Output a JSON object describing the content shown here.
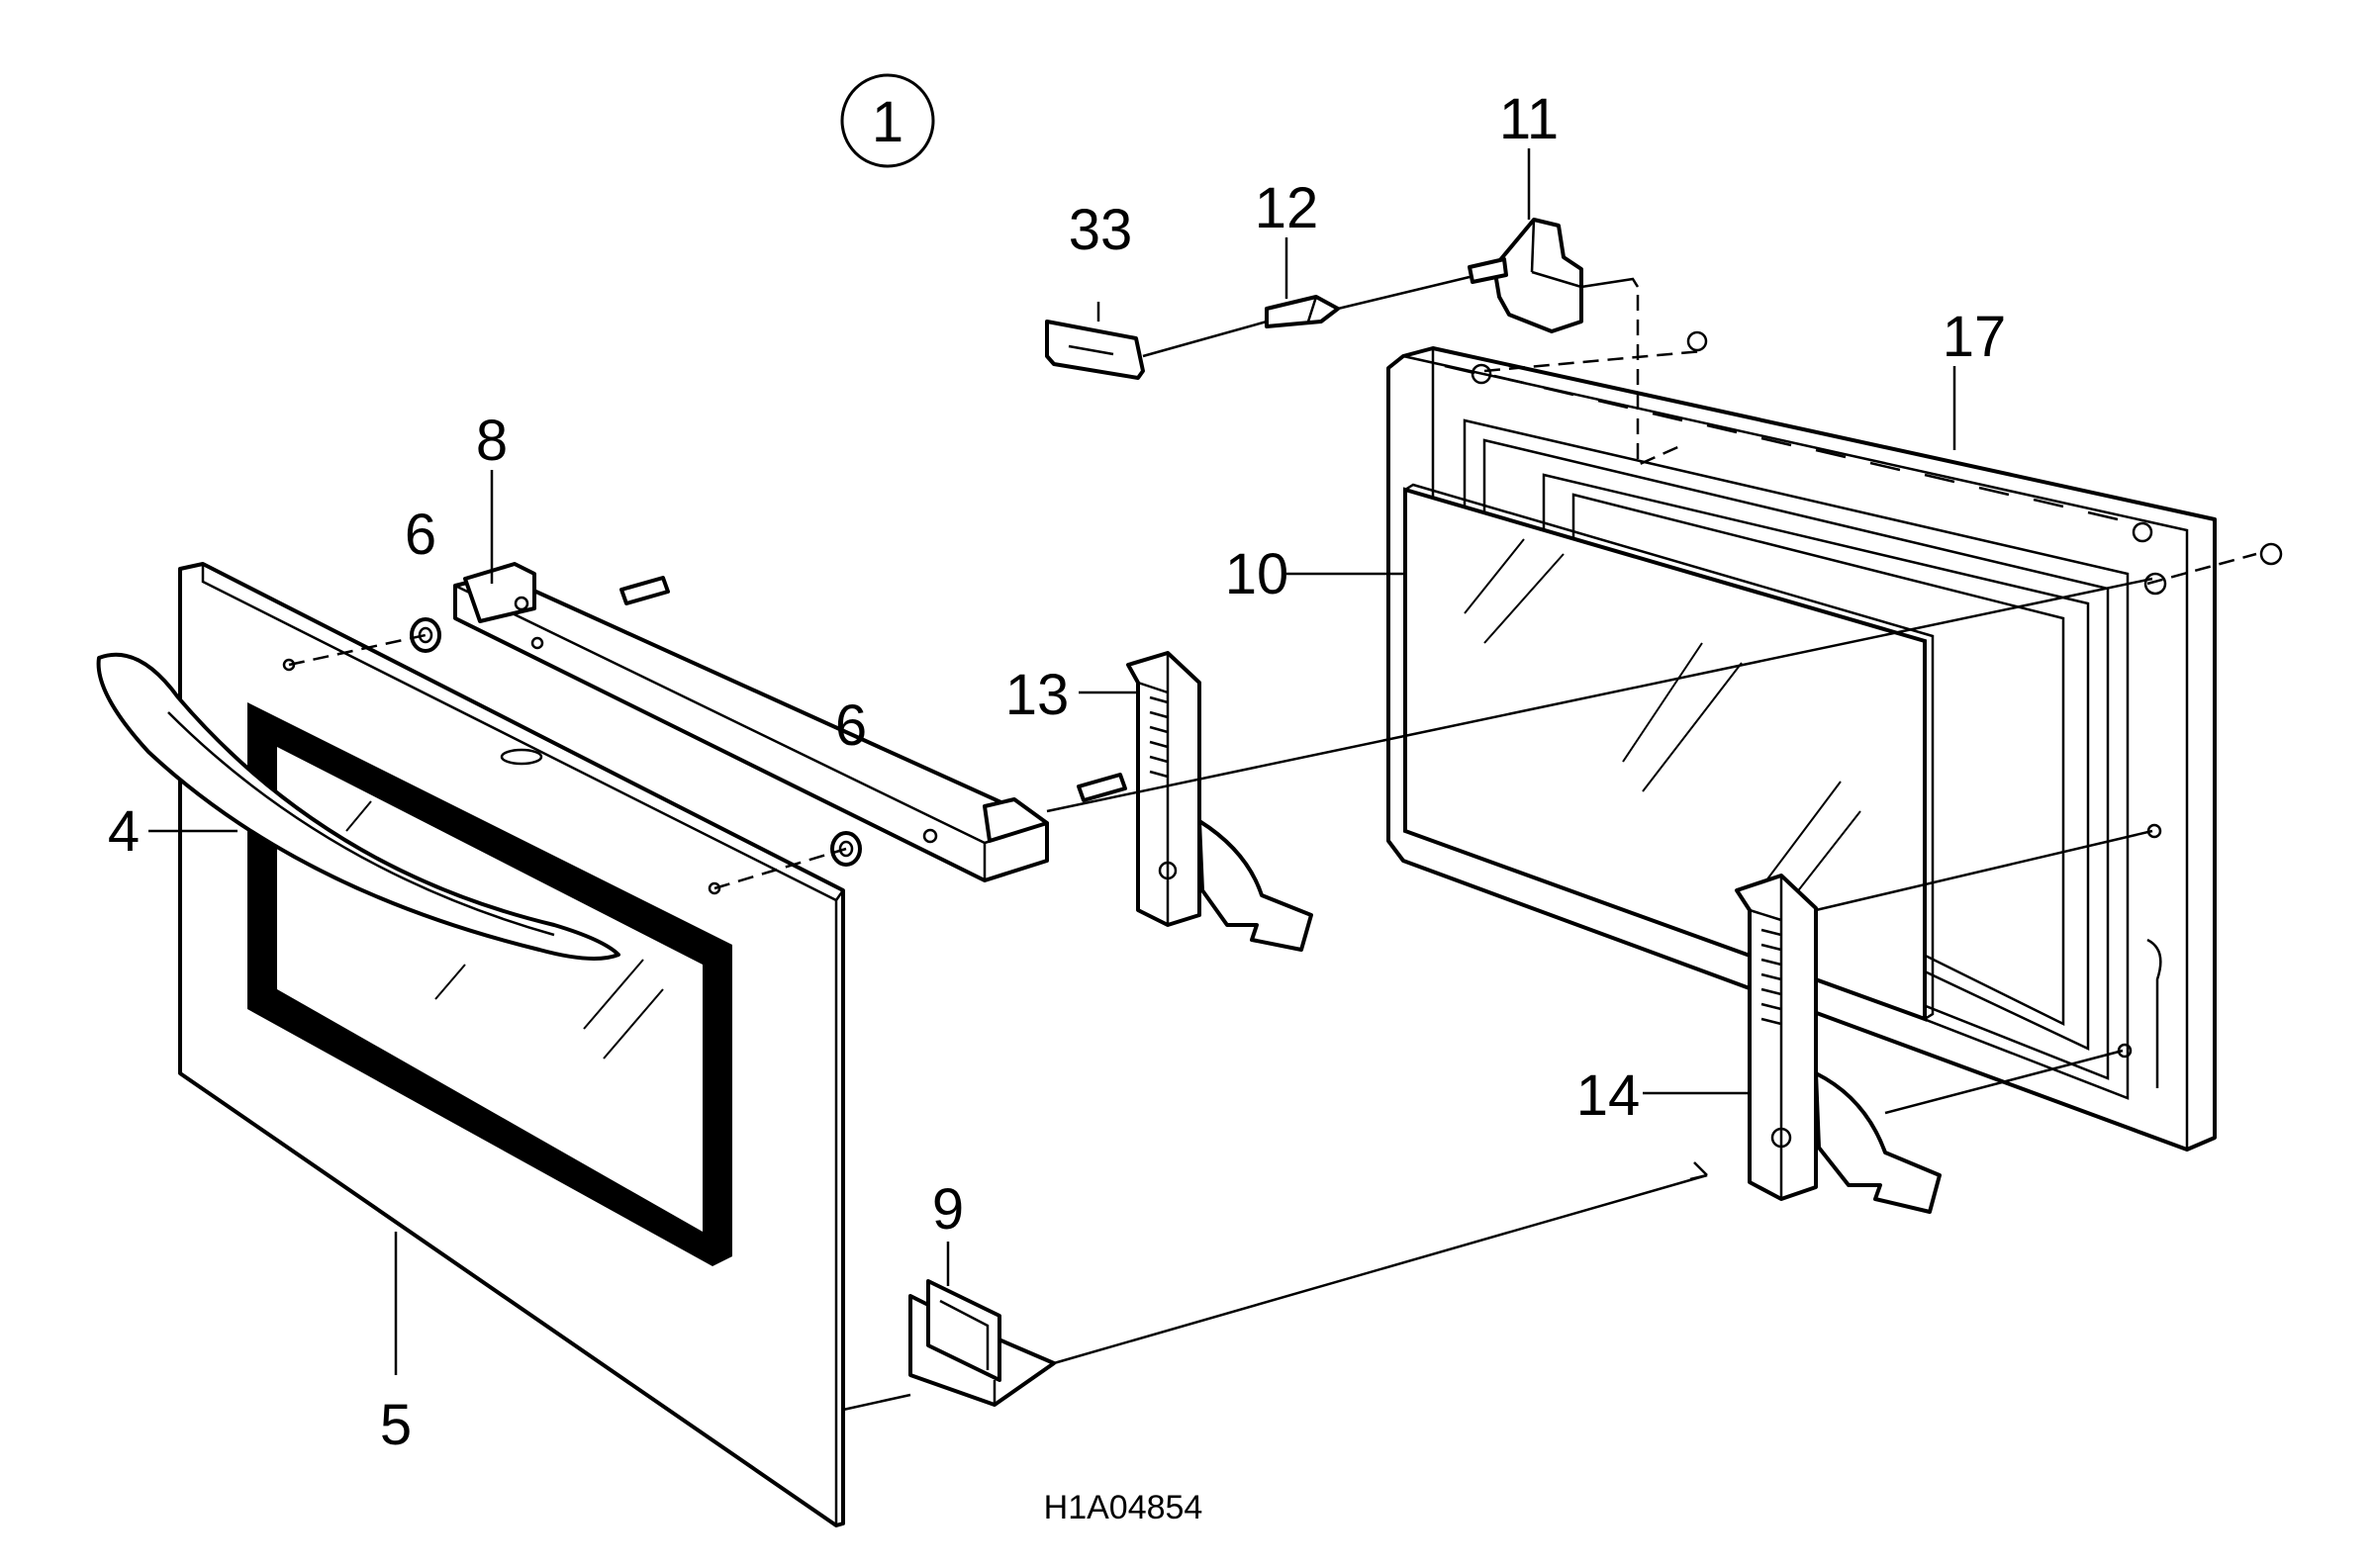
{
  "figure": {
    "group_number": "1",
    "drawing_code": "H1A04854"
  },
  "callouts": [
    {
      "id": "c33",
      "text": "33"
    },
    {
      "id": "c12",
      "text": "12"
    },
    {
      "id": "c11",
      "text": "11"
    },
    {
      "id": "c17",
      "text": "17"
    },
    {
      "id": "c8",
      "text": "8"
    },
    {
      "id": "c6a",
      "text": "6"
    },
    {
      "id": "c10",
      "text": "10"
    },
    {
      "id": "c13",
      "text": "13"
    },
    {
      "id": "c6b",
      "text": "6"
    },
    {
      "id": "c4",
      "text": "4"
    },
    {
      "id": "c14",
      "text": "14"
    },
    {
      "id": "c9",
      "text": "9"
    },
    {
      "id": "c5",
      "text": "5"
    }
  ]
}
